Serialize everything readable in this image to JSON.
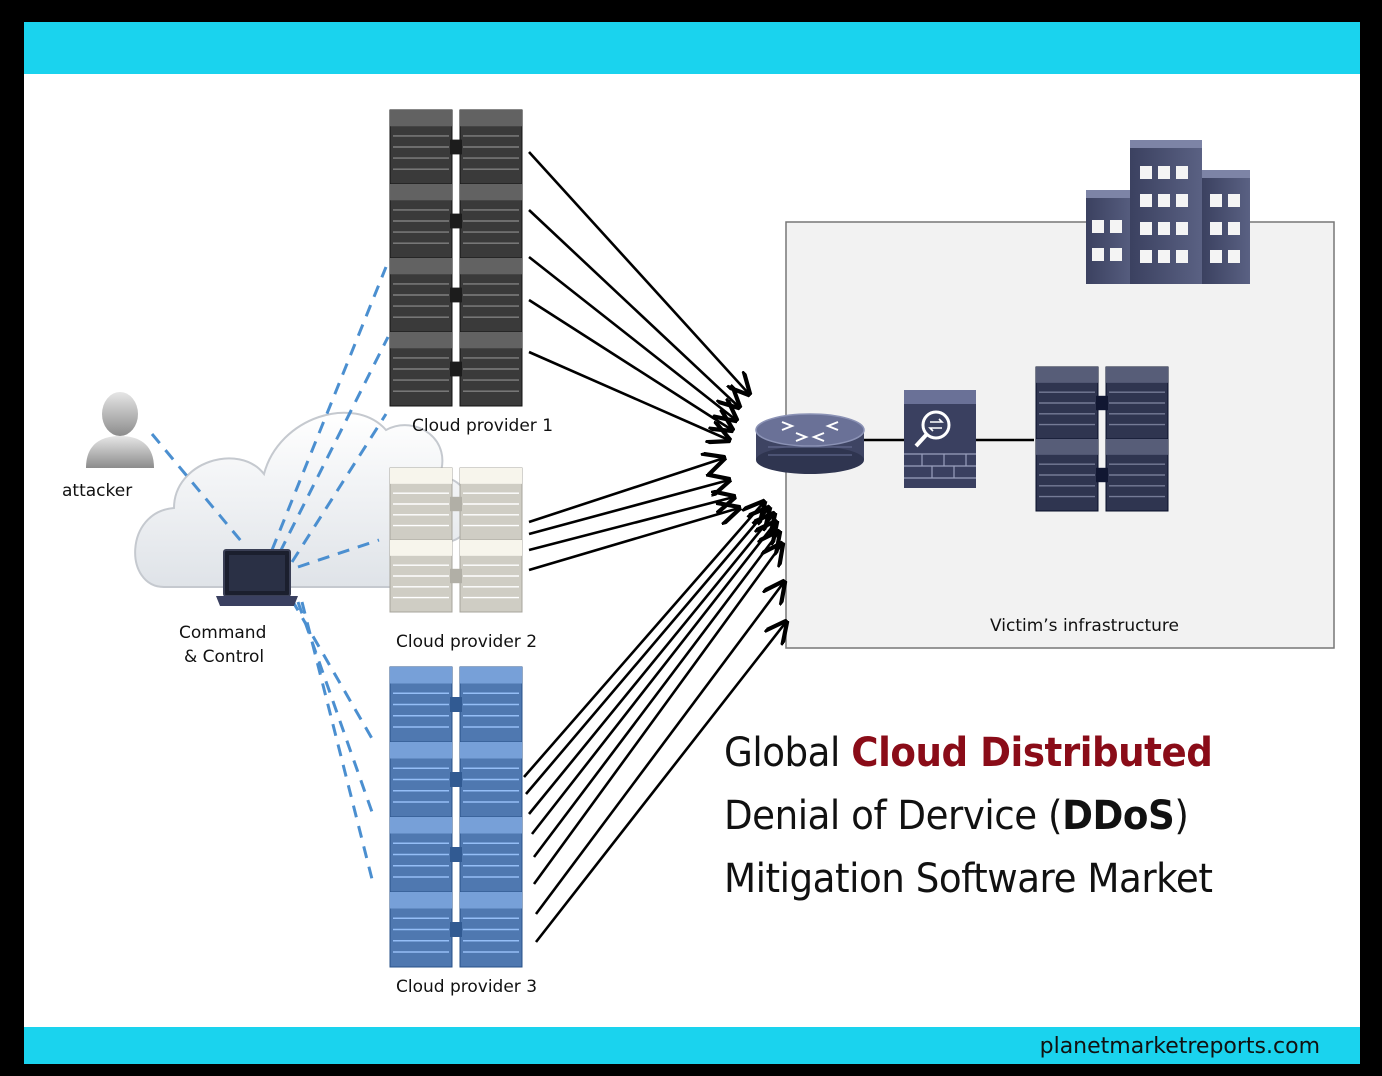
{
  "headline": {
    "line1_prefix": "Global",
    "line1_highlight": "Cloud Distributed",
    "line2_prefix": "Denial of Dervice (",
    "line2_bold": "DDoS",
    "line2_suffix": ")",
    "line3": "Mitigation Software Market"
  },
  "labels": {
    "attacker": "attacker",
    "command_line1": "Command",
    "command_line2": "& Control",
    "provider1": "Cloud provider 1",
    "provider2": "Cloud provider 2",
    "provider3": "Cloud provider 3",
    "victim": "Victim’s infrastructure"
  },
  "footer": {
    "url": "planetmarketreports.com"
  },
  "colors": {
    "bar": "#1ad3ee",
    "highlight": "#8a0c18",
    "provider1": "#3a3a3a",
    "provider2": "#cfcdc4",
    "provider3": "#4f78b0",
    "victim_server": "#2f3550"
  }
}
